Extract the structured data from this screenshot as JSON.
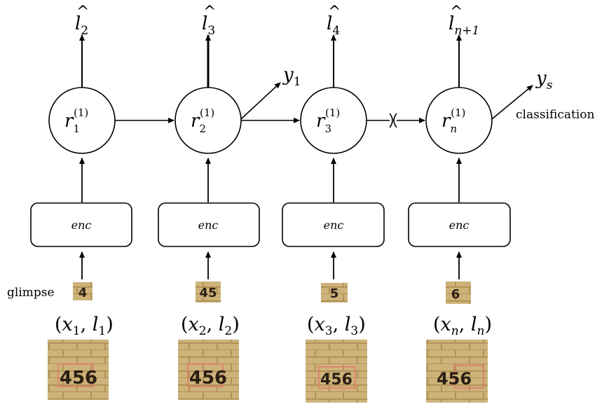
{
  "labels": {
    "glimpse": "glimpse",
    "classification": "classification"
  },
  "steps": [
    {
      "output": {
        "base": "l",
        "sub": "2"
      },
      "rnn": {
        "base": "r",
        "sub": "1",
        "sup": "(1)"
      },
      "encoder": "enc",
      "glimpse_digits": "4",
      "input": {
        "x": "x",
        "xsub": "1",
        "l": "l",
        "lsub": "1"
      },
      "image_digits": "456"
    },
    {
      "output": {
        "base": "l",
        "sub": "3"
      },
      "rnn": {
        "base": "r",
        "sub": "2",
        "sup": "(1)"
      },
      "encoder": "enc",
      "glimpse_digits": "45",
      "input": {
        "x": "x",
        "xsub": "2",
        "l": "l",
        "lsub": "2"
      },
      "image_digits": "456"
    },
    {
      "output": {
        "base": "l",
        "sub": "4"
      },
      "rnn": {
        "base": "r",
        "sub": "3",
        "sup": "(1)"
      },
      "encoder": "enc",
      "glimpse_digits": "5",
      "input": {
        "x": "x",
        "xsub": "3",
        "l": "l",
        "lsub": "3"
      },
      "image_digits": "456"
    },
    {
      "output": {
        "base": "l",
        "sub": "n+1"
      },
      "rnn": {
        "base": "r",
        "sub": "n",
        "sup": "(1)"
      },
      "encoder": "enc",
      "glimpse_digits": "6",
      "input": {
        "x": "x",
        "xsub": "n",
        "l": "l",
        "lsub": "n"
      },
      "image_digits": "456"
    }
  ],
  "side_outputs": [
    {
      "base": "y",
      "sub": "1"
    },
    {
      "base": "y",
      "sub": "s"
    }
  ],
  "colors": {
    "stroke": "#000000",
    "brick": "#cdb37a",
    "brick_dark": "#b39256",
    "digit": "#2a1f14",
    "box_highlight": "#e07a6a"
  }
}
